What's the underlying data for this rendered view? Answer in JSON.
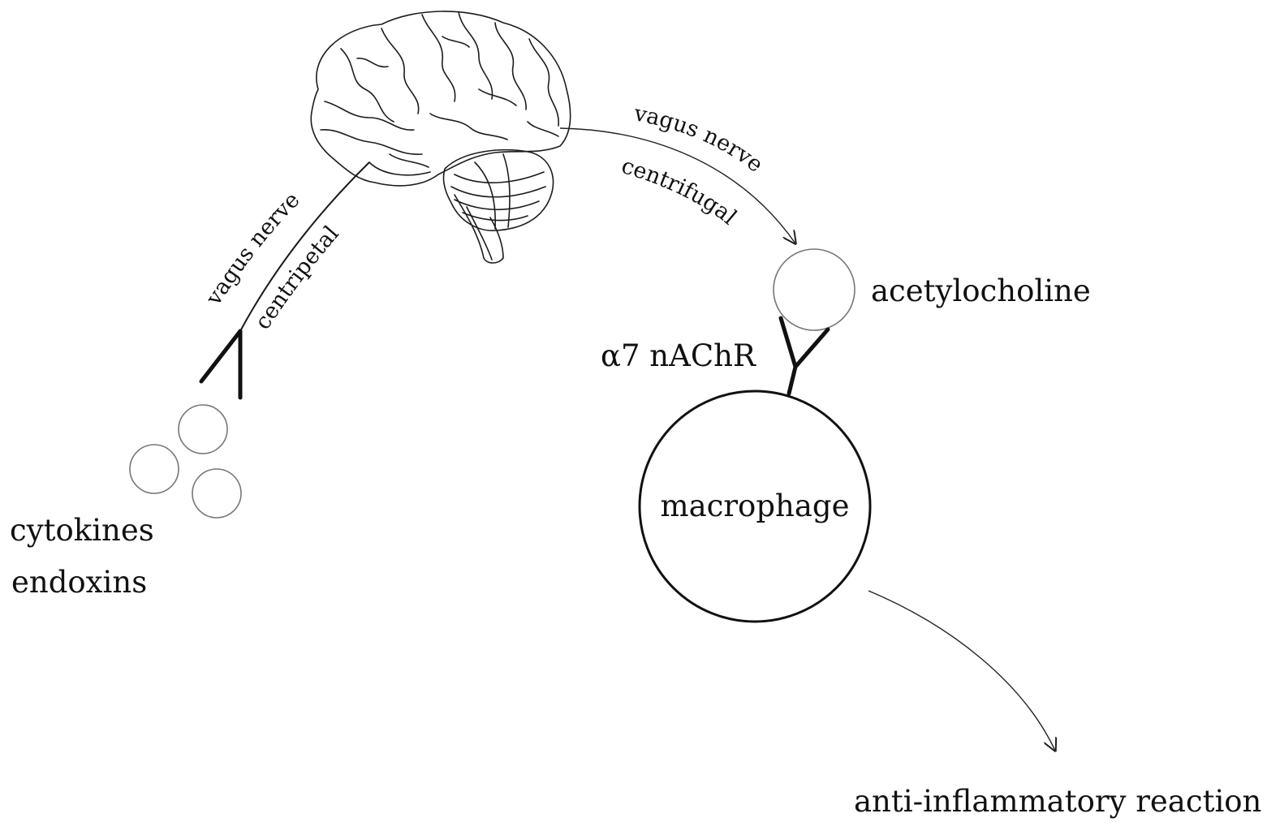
{
  "labels": {
    "vagus_afferent": "vagus nerve",
    "centripetal": "centripetal",
    "vagus_efferent": "vagus nerve",
    "centrifugal": "centrifugal",
    "acetylcholine": "acetylocholine",
    "receptor": "α7 nAChR",
    "macrophage": "macrophage",
    "cytokines": "cytokines",
    "endoxins": "endoxins",
    "outcome": "anti-inflammatory reaction"
  },
  "icons": {
    "brain": "brain-icon",
    "receptor_left": "receptor-y-icon",
    "receptor_right": "receptor-y-icon"
  }
}
